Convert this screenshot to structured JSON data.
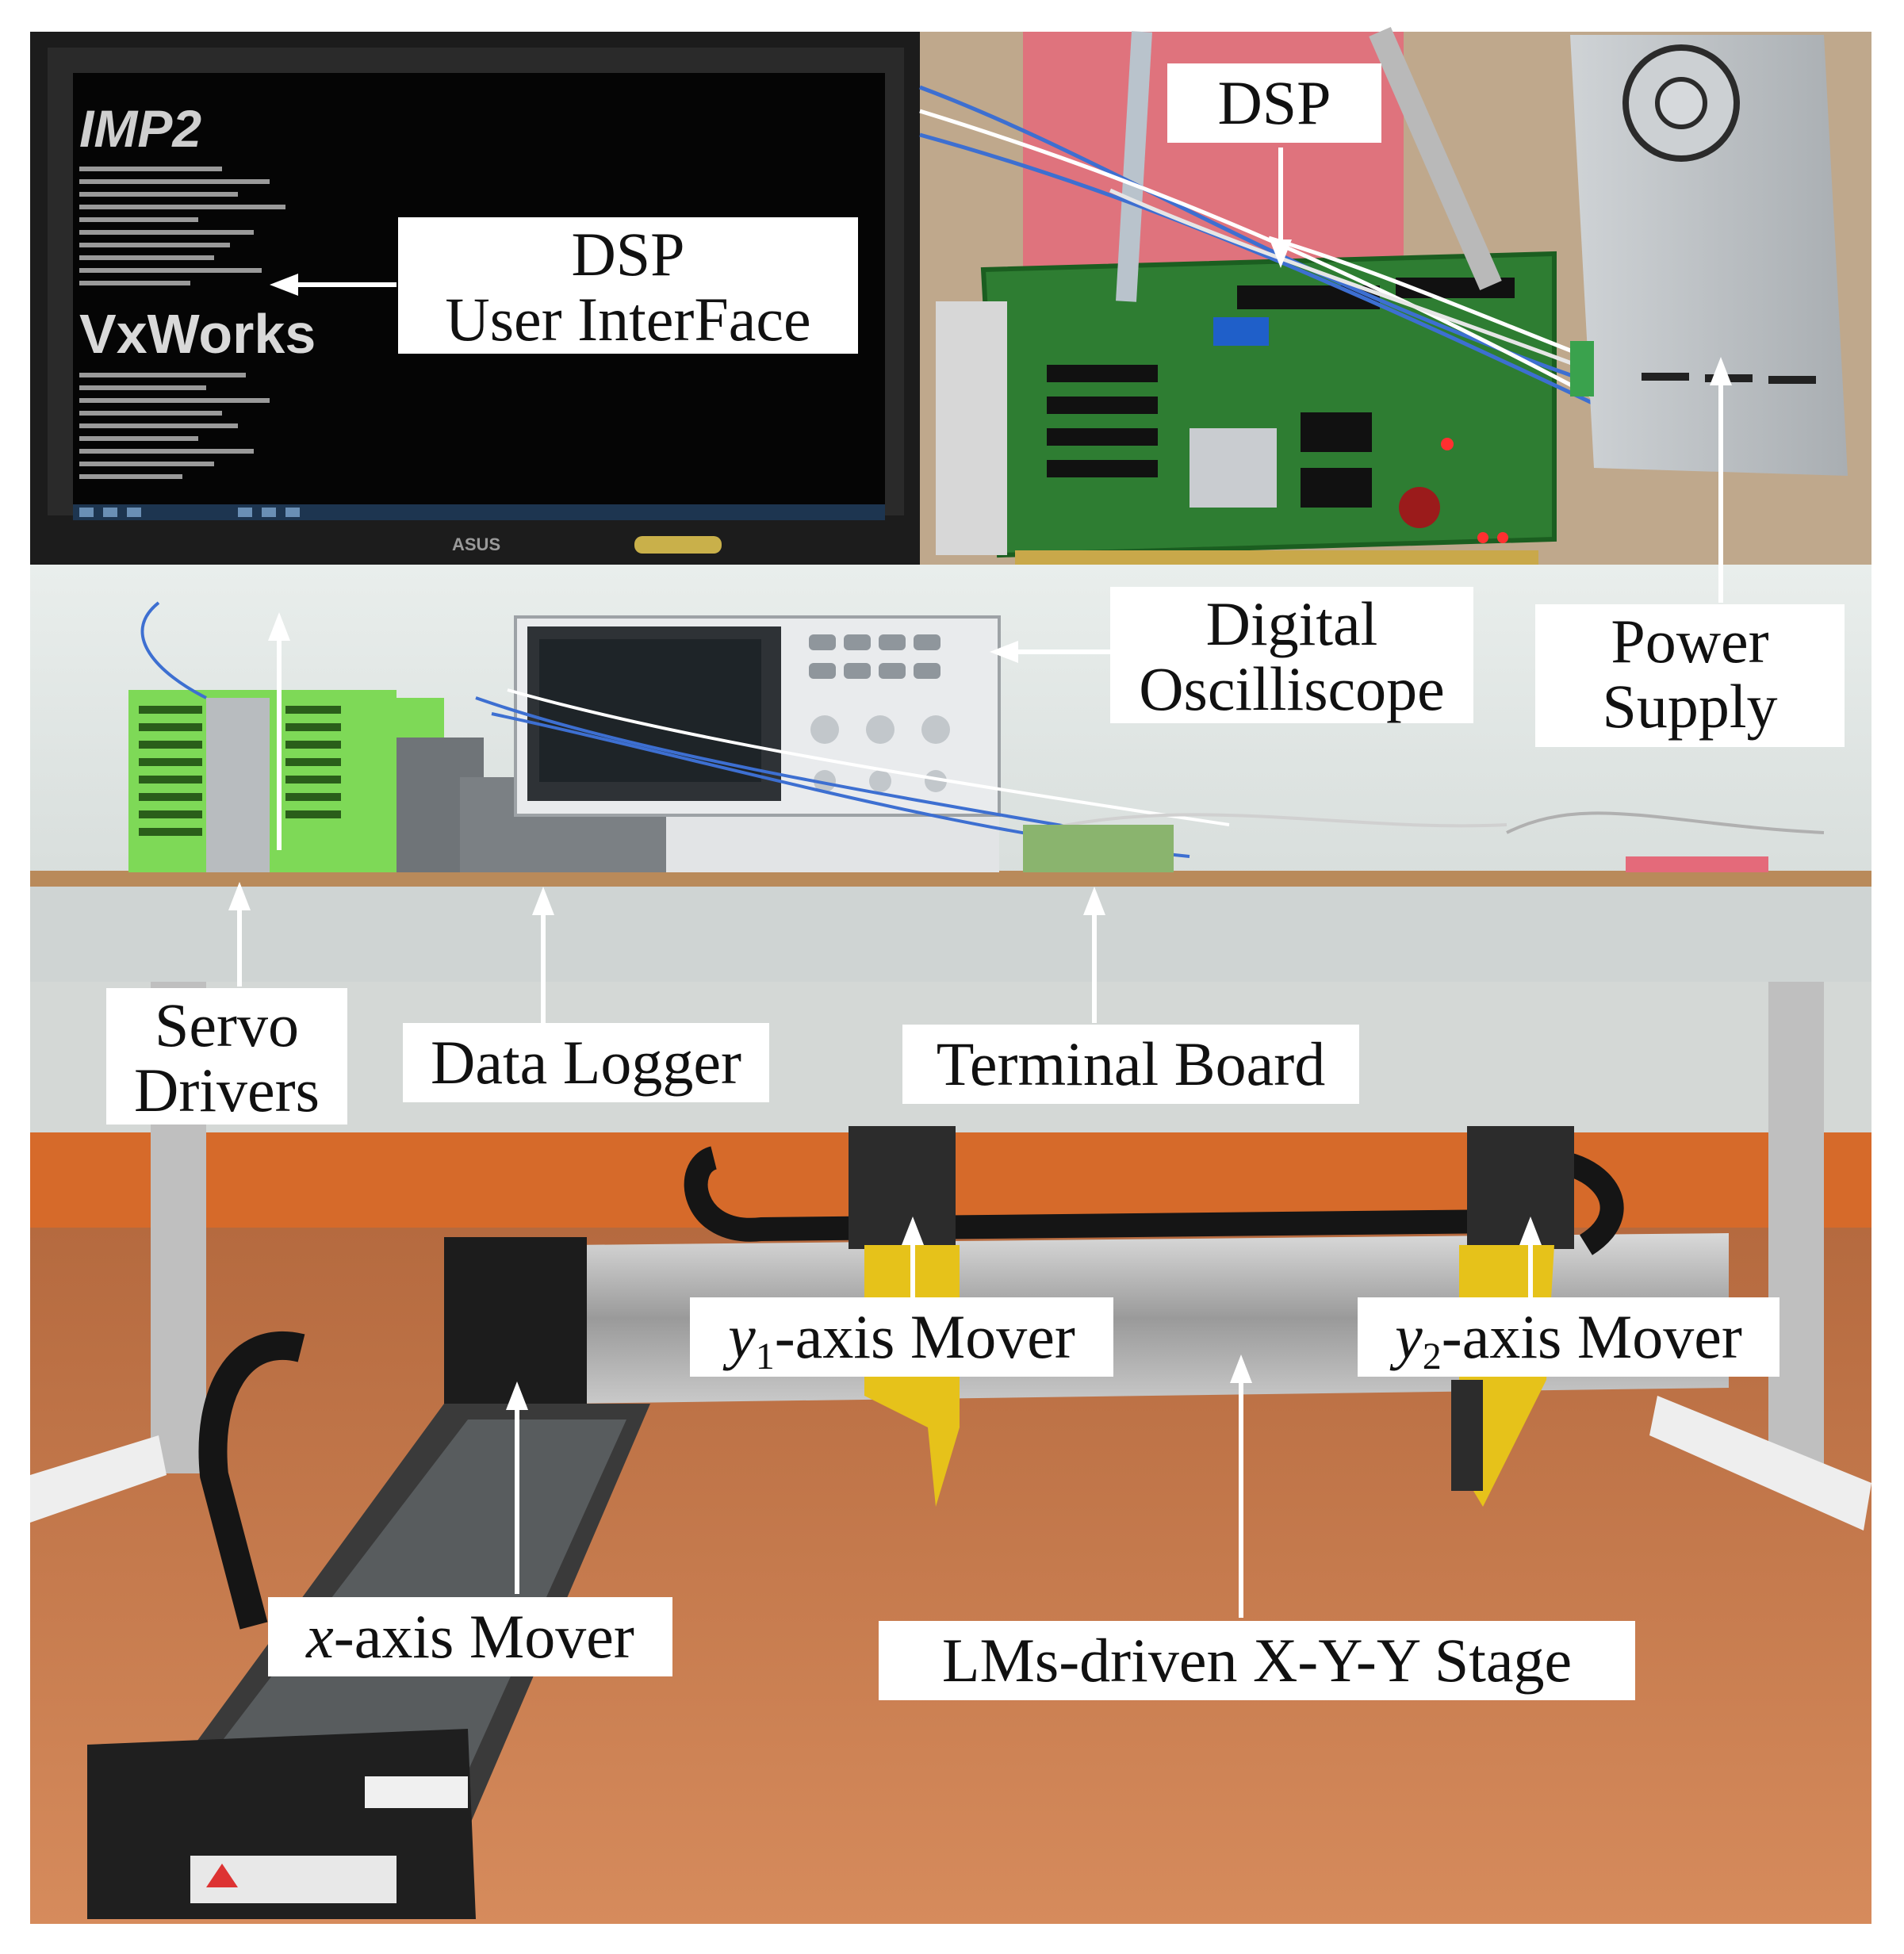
{
  "labels": {
    "dsp_ui_line1": "DSP",
    "dsp_ui_line2": "User InterFace",
    "dsp": "DSP",
    "osc_line1": "Digital",
    "osc_line2": "Oscilliscope",
    "power_line1": "Power",
    "power_line2": "Supply",
    "servo_line1": "Servo",
    "servo_line2": "Drivers",
    "data_logger": "Data Logger",
    "terminal_board": "Terminal Board",
    "y1_var": "y",
    "y1_sub": "1",
    "y1_rest": "-axis Mover",
    "y2_var": "y",
    "y2_sub": "2",
    "y2_rest": "-axis Mover",
    "x_var": "x",
    "x_rest": "-axis Mover",
    "stage": "LMs-driven X-Y-Y Stage"
  },
  "screen": {
    "logo_top": "IMP2",
    "logo_os": "VxWorks",
    "brand": "ASUS"
  },
  "colors": {
    "label_bg": "#ffffff",
    "label_text": "#111111",
    "arrow": "#ffffff",
    "pcb_green": "#2e7d32",
    "servo_green": "#7ed957",
    "desk_orange": "#c8764a",
    "carriage_yellow": "#e6c21a"
  }
}
